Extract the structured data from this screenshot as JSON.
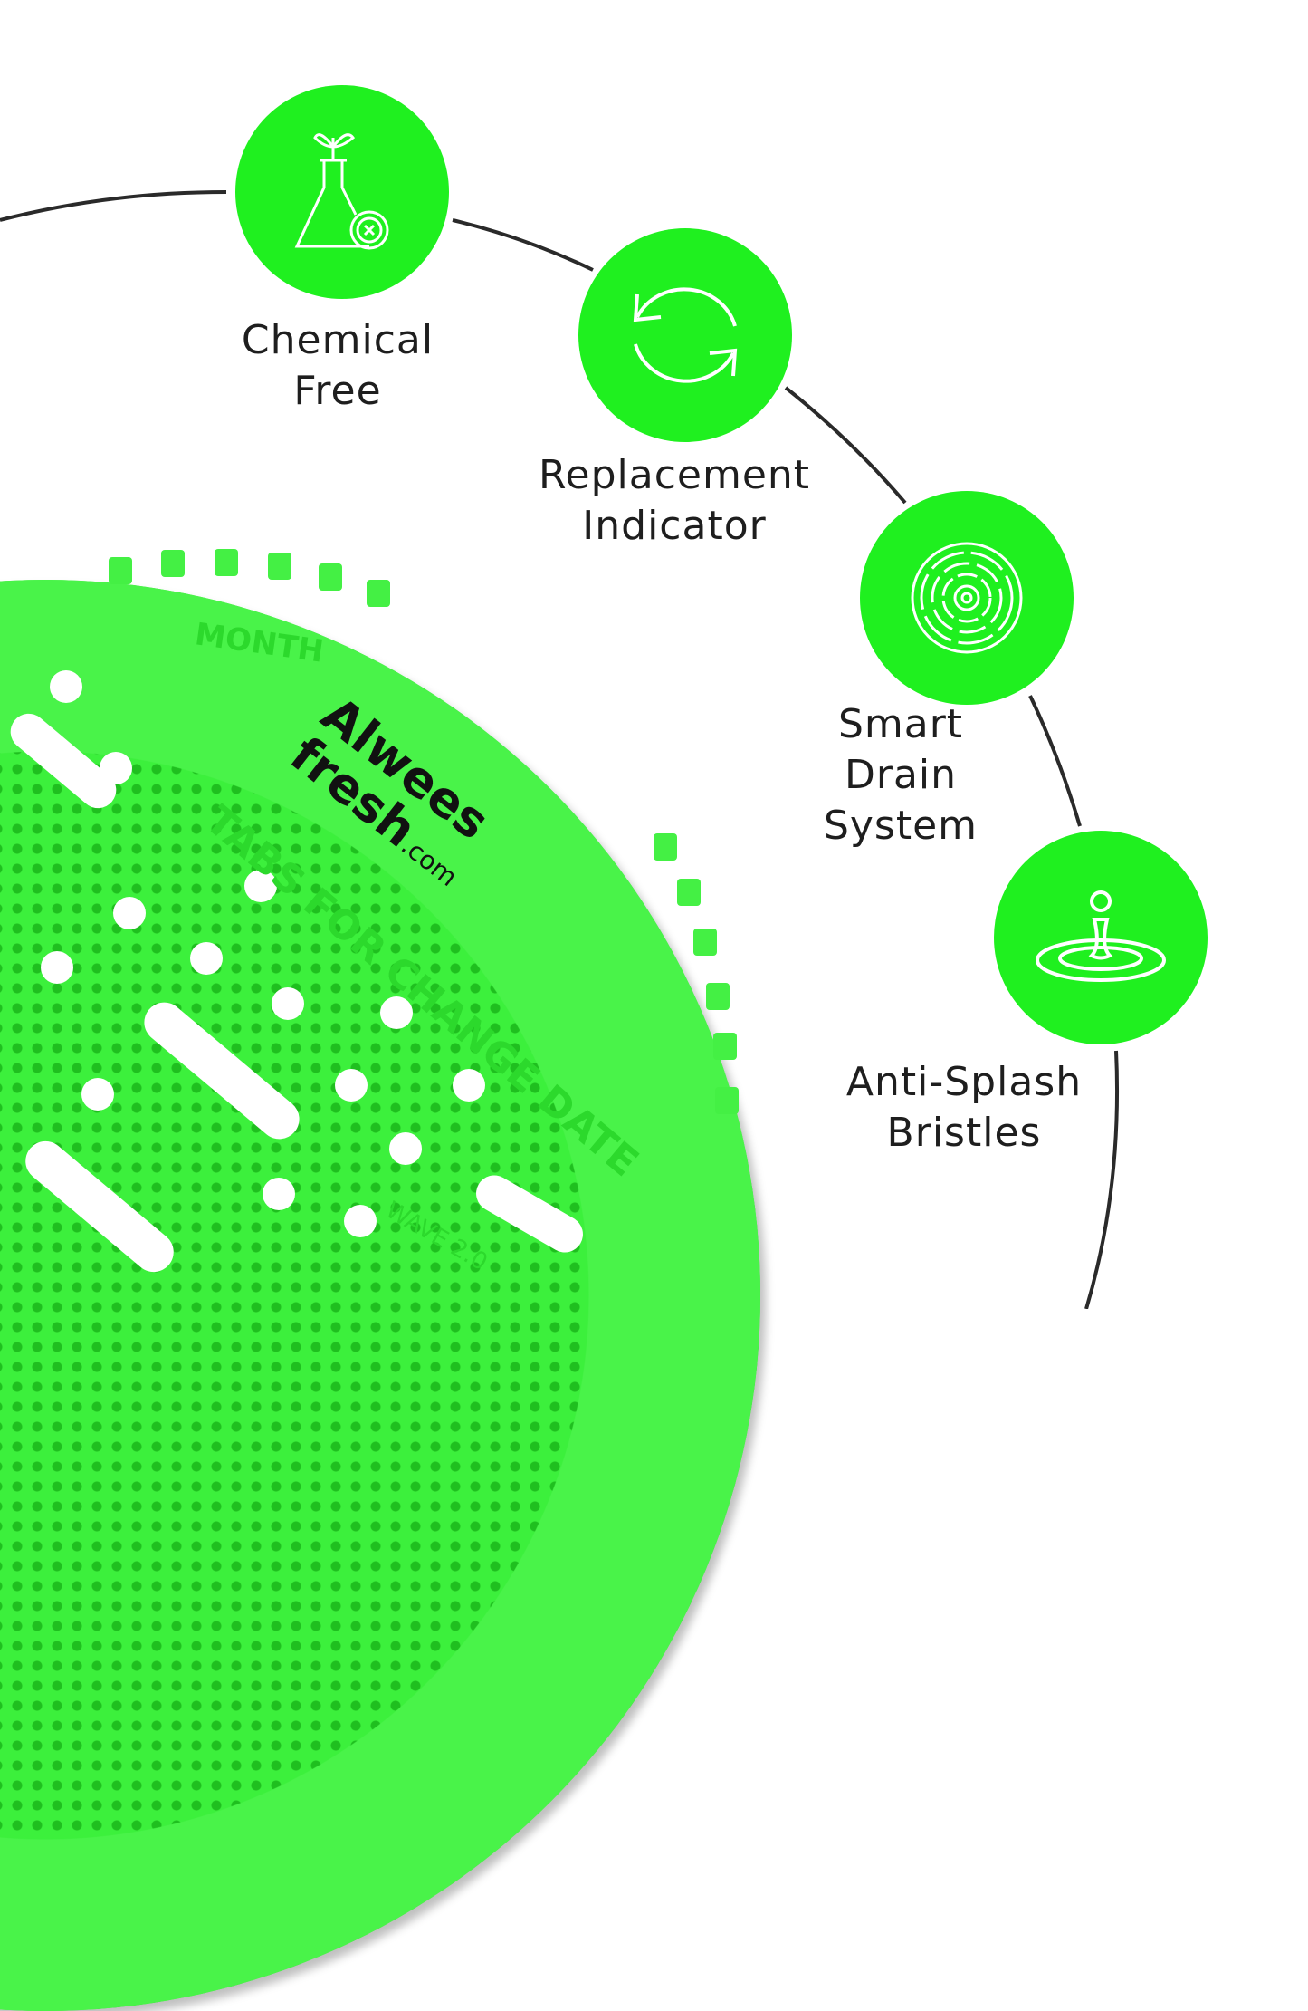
{
  "features": [
    {
      "label": "Chemical\nFree",
      "icon": "flask-plant-icon"
    },
    {
      "label": "Replacement\nIndicator",
      "icon": "refresh-arrows-icon"
    },
    {
      "label": "Smart\nDrain\nSystem",
      "icon": "drain-maze-icon"
    },
    {
      "label": "Anti-Splash\nBristles",
      "icon": "water-drop-splash-icon"
    }
  ],
  "product": {
    "brand_line1": "Alwees",
    "brand_line2": "fresh",
    "brand_suffix": ".com",
    "imprint": "TABS FOR CHANGE DATE",
    "imprint2": "MONTH",
    "model": "WAVE 2.0"
  },
  "colors": {
    "accent": "#1ff01f",
    "text": "#1e1e1e",
    "arc": "#2a2a2a"
  }
}
